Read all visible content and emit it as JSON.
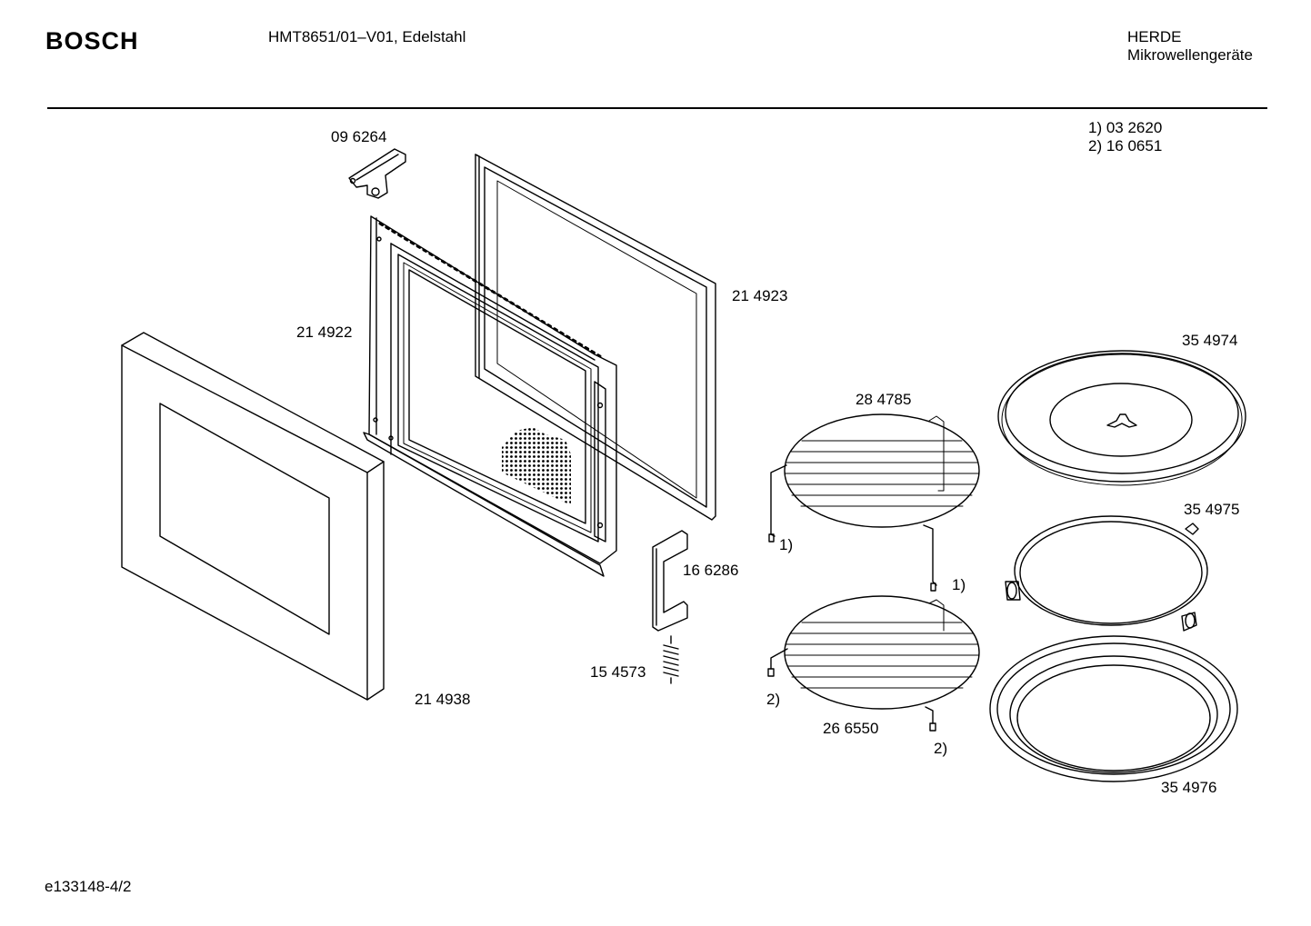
{
  "header": {
    "brand": "BOSCH",
    "model": "HMT8651/01–V01, Edelstahl",
    "category_line1": "HERDE",
    "category_line2": "Mikrowellengeräte"
  },
  "footnotes": [
    "1) 03 2620",
    "2) 16 0651"
  ],
  "parts": {
    "hinge": "09 6264",
    "inner_door_frame": "21 4922",
    "door_seal_frame": "21 4923",
    "door_front": "21 4938",
    "latch": "16 6286",
    "spring": "15 4573",
    "rack_high": "28 4785",
    "rack_low": "26 6550",
    "turntable_plate": "35 4974",
    "roller_ring": "35 4975",
    "turntable_support": "35 4976"
  },
  "callouts": {
    "rack_high_a": "1)",
    "rack_high_b": "1)",
    "rack_low_a": "2)",
    "rack_low_b": "2)"
  },
  "footer": {
    "doc_id": "e133148-4/2"
  }
}
